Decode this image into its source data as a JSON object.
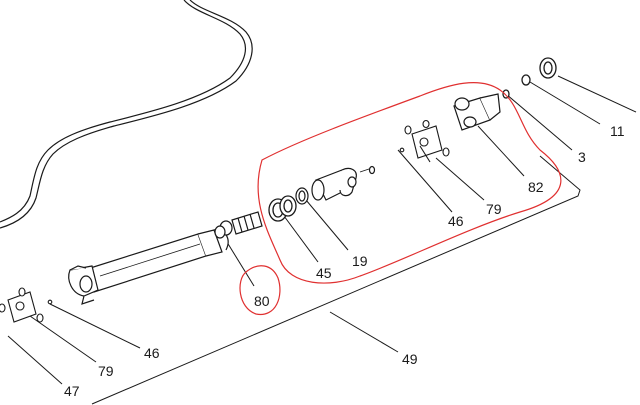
{
  "callouts": {
    "c11": "11",
    "c3": "3",
    "c82": "82",
    "c79_upper": "79",
    "c46_upper": "46",
    "c19": "19",
    "c45": "45",
    "c80": "80",
    "c46_lower": "46",
    "c79_lower": "79",
    "c47": "47",
    "c49": "49"
  },
  "colors": {
    "line": "#1a1a1a",
    "annotation": "#e03030",
    "background": "#ffffff"
  }
}
